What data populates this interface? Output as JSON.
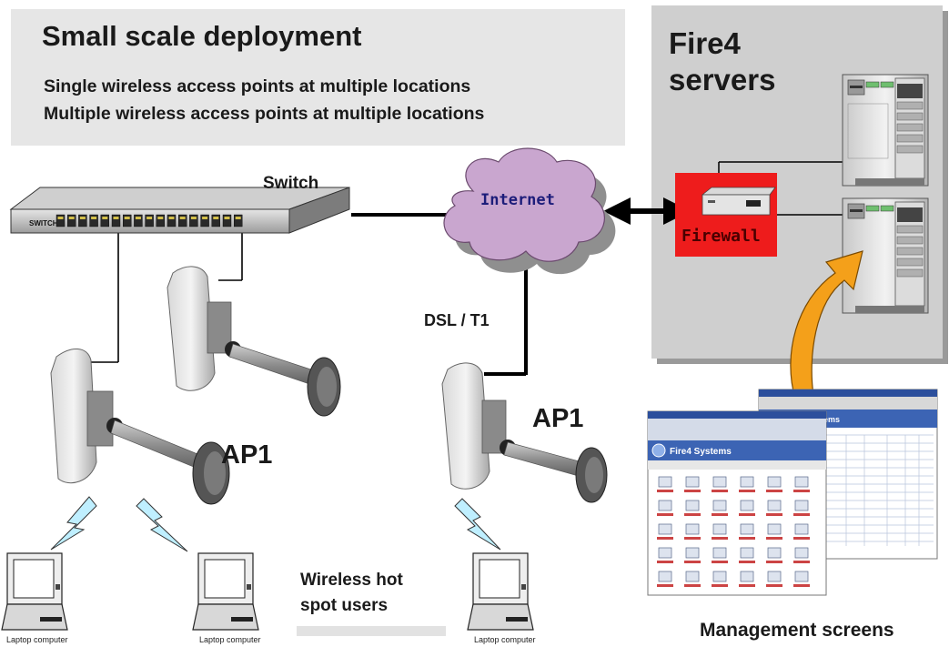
{
  "title": "Small scale deployment",
  "subtitle_lines": [
    "Single wireless access points at multiple locations",
    "Multiple wireless access points at multiple locations"
  ],
  "servers_panel": {
    "title_line1": "Fire4",
    "title_line2": "servers"
  },
  "labels": {
    "switch": "Switch",
    "switch_device_text": "SWITCH",
    "internet": "Internet",
    "firewall": "Firewall",
    "dsl": "DSL / T1",
    "ap1_left": "AP1",
    "ap1_right": "AP1",
    "hotspot_line1": "Wireless hot",
    "hotspot_line2": "spot users",
    "management": "Management screens",
    "laptop1": "Laptop computer",
    "laptop2": "Laptop computer",
    "laptop3": "Laptop computer",
    "screen_brand": "Fire4 Systems"
  },
  "colors": {
    "title_box": "#e6e6e6",
    "servers_box": "#cfcfcf",
    "firewall_red": "#ee1c1c",
    "cloud": "#c8a2c8",
    "cloud_shadow": "#9a9a9a",
    "arrow_orange": "#f4a01a",
    "bolt_cyan": "#bfefff"
  }
}
